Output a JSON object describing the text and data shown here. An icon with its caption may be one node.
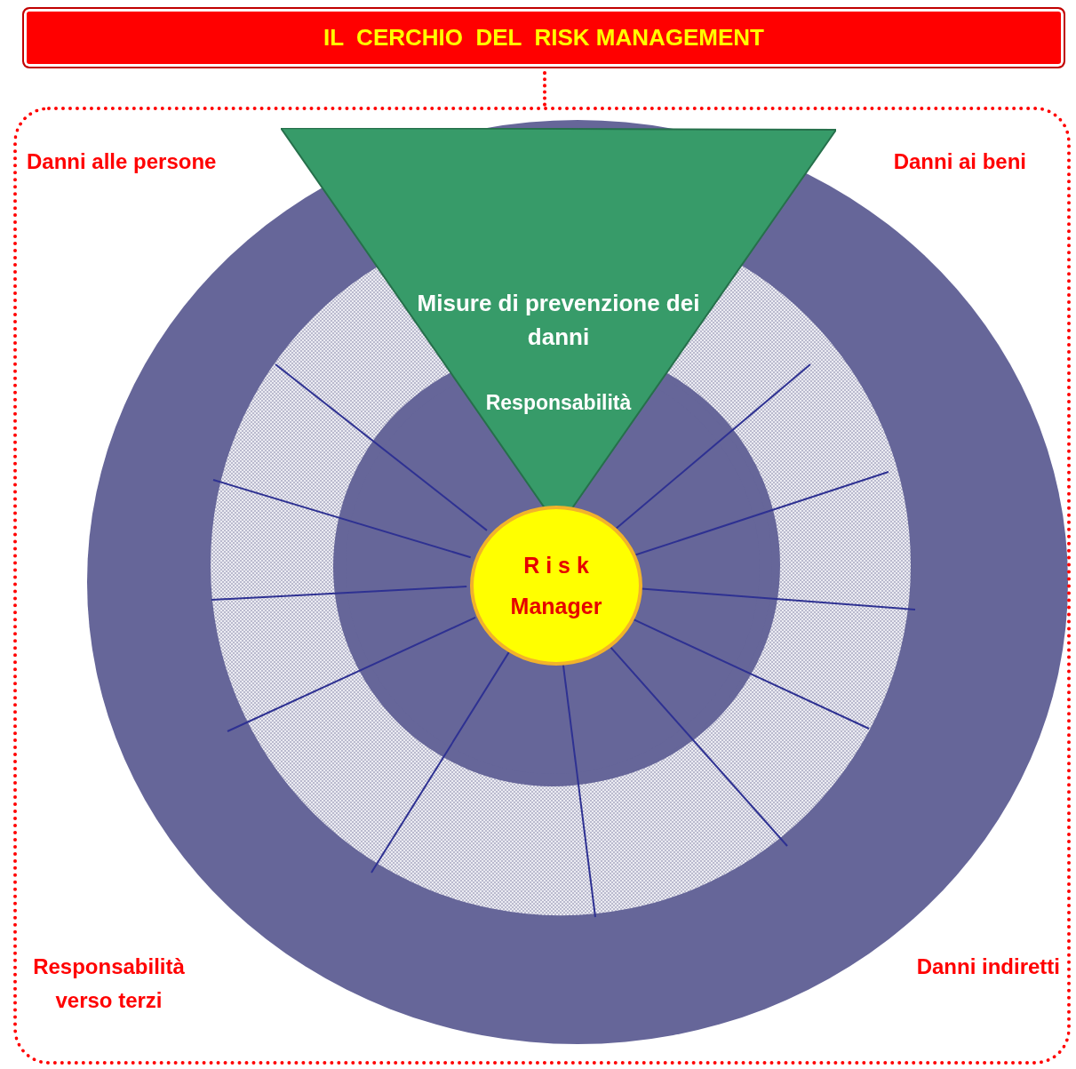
{
  "diagram": {
    "nodes": [
      {
        "text": [
          "IL  CERCHIO  DEL  RISK MANAGEMENT"
        ]
      },
      {
        "text": [],
        "shape": "box"
      },
      {
        "text": [
          "Misure di prevenzione dei danni",
          "Responsabilità"
        ],
        "in": 1
      },
      {
        "text": [
          "R i s k Manager"
        ],
        "in": 1
      }
    ],
    "edges": [
      {
        "from": 0,
        "to": 1,
        "arrow": "none",
        "style": "dashed",
        "color": "#ff0000"
      },
      {
        "from": 3,
        "to": null,
        "arrow": "none"
      },
      {
        "from": 3,
        "to": null,
        "arrow": "none"
      },
      {
        "from": 3,
        "to": null,
        "arrow": "none"
      },
      {
        "from": 3,
        "to": null,
        "arrow": "none"
      },
      {
        "from": 3,
        "to": null,
        "arrow": "none"
      },
      {
        "from": 3,
        "to": null,
        "arrow": "none"
      },
      {
        "from": 3,
        "to": null,
        "arrow": "none"
      },
      {
        "from": 3,
        "to": null,
        "arrow": "none"
      },
      {
        "from": 3,
        "to": null,
        "arrow": "none"
      },
      {
        "from": 3,
        "to": null,
        "arrow": "none"
      },
      {
        "from": 3,
        "to": null,
        "arrow": "none"
      }
    ],
    "labels": [
      "Danni alle persone",
      "Danni ai beni",
      "Responsabilità verso terzi",
      "Danni indiretti"
    ]
  }
}
